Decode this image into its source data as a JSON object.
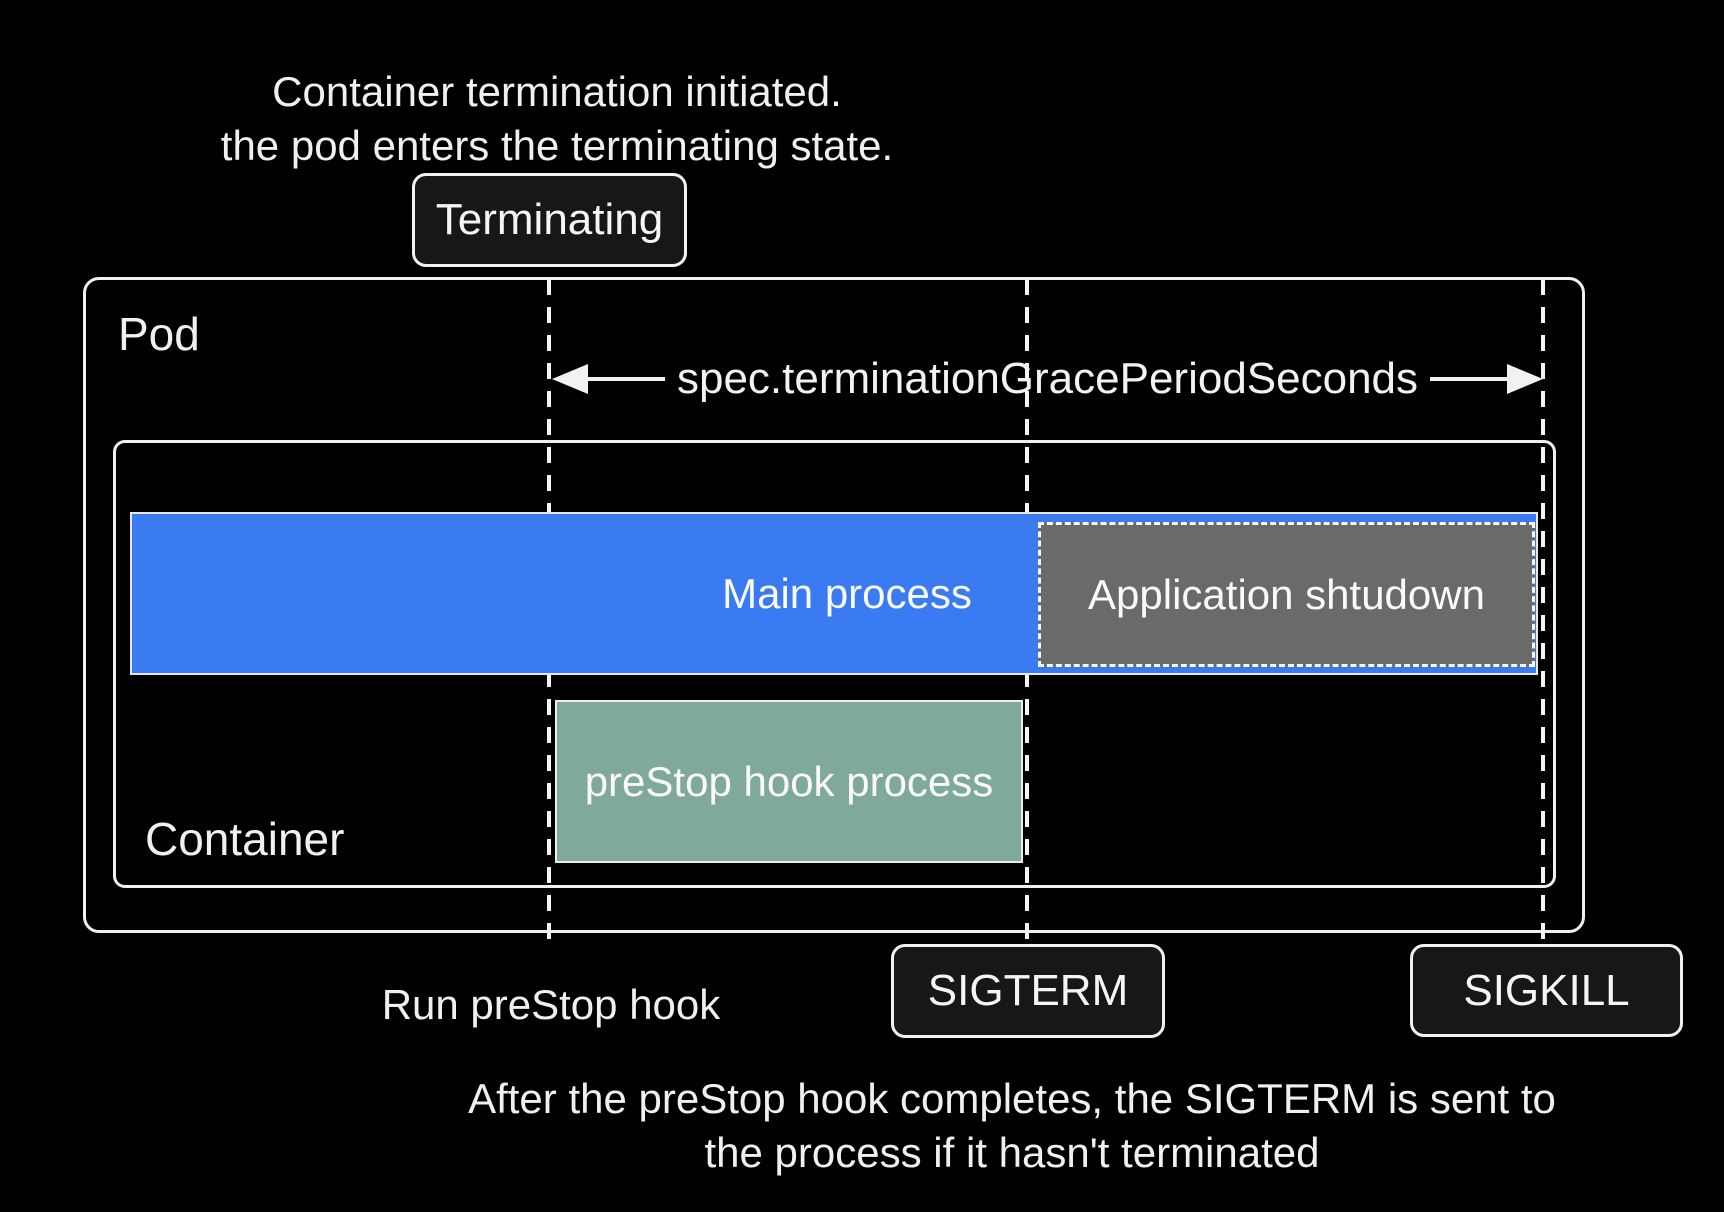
{
  "colors": {
    "background": "#000000",
    "outline": "#f0f0f0",
    "main_process_blue": "#3b7bf2",
    "app_shutdown_gray": "#6a6a6a",
    "prestop_green": "#7ea99b",
    "badge_background": "#17171a"
  },
  "caption_top": {
    "line1": "Container termination initiated.",
    "line2": "the pod enters the terminating state."
  },
  "terminating_badge": {
    "label": "Terminating"
  },
  "pod": {
    "label": "Pod"
  },
  "container": {
    "label": "Container"
  },
  "timeline": {
    "grace_period_label": "spec.terminationGracePeriodSeconds"
  },
  "bars": {
    "main_process": "Main process",
    "application_shutdown": "Application shtudown",
    "prestop_hook": "preStop hook process"
  },
  "bottom_row": {
    "run_prestop": "Run preStop hook",
    "sigterm": "SIGTERM",
    "sigkill": "SIGKILL"
  },
  "caption_bottom": {
    "line1": "After the preStop hook completes, the SIGTERM is sent to",
    "line2": "the process if it hasn't terminated"
  }
}
